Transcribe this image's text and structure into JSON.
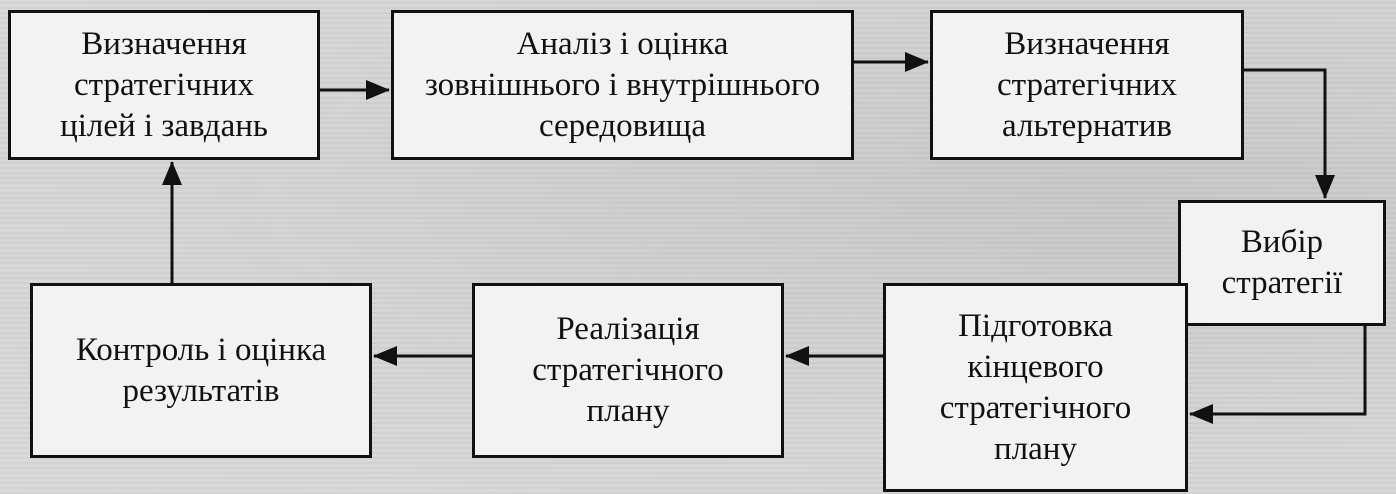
{
  "diagram": {
    "nodes": [
      {
        "id": "goals",
        "lines": [
          "Визначення",
          "стратегічних",
          "цілей і завдань"
        ]
      },
      {
        "id": "analysis",
        "lines": [
          "Аналіз і оцінка",
          "зовнішнього і внутрішнього",
          "середовища"
        ]
      },
      {
        "id": "alternatives",
        "lines": [
          "Визначення",
          "стратегічних",
          "альтернатив"
        ]
      },
      {
        "id": "choice",
        "lines": [
          "Вибір",
          "стратегії"
        ]
      },
      {
        "id": "preparation",
        "lines": [
          "Підготовка",
          "кінцевого",
          "стратегічного",
          "плану"
        ]
      },
      {
        "id": "implementation",
        "lines": [
          "Реалізація",
          "стратегічного",
          "плану"
        ]
      },
      {
        "id": "control",
        "lines": [
          "Контроль і оцінка",
          "результатів"
        ]
      }
    ],
    "edges": [
      {
        "from": "goals",
        "to": "analysis"
      },
      {
        "from": "analysis",
        "to": "alternatives"
      },
      {
        "from": "alternatives",
        "to": "choice"
      },
      {
        "from": "choice",
        "to": "preparation"
      },
      {
        "from": "preparation",
        "to": "implementation"
      },
      {
        "from": "implementation",
        "to": "control"
      },
      {
        "from": "control",
        "to": "goals"
      }
    ]
  }
}
